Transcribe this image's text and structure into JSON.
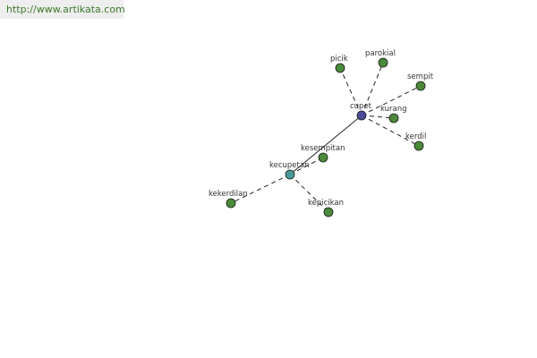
{
  "source": {
    "url": "http://www.artikata.com"
  },
  "colors": {
    "main_node": "#4a4a9a",
    "hub_node": "#4a9a9a",
    "leaf_node": "#4a8a3a",
    "edge": "#222222",
    "link": "#3a7a2a"
  },
  "graph": {
    "nodes": [
      {
        "id": "cupet",
        "label": "cupet",
        "kind": "main"
      },
      {
        "id": "kecupetan",
        "label": "kecupetan",
        "kind": "hub"
      },
      {
        "id": "picik",
        "label": "picik",
        "kind": "leaf"
      },
      {
        "id": "parokial",
        "label": "parokial",
        "kind": "leaf"
      },
      {
        "id": "sempit",
        "label": "sempit",
        "kind": "leaf"
      },
      {
        "id": "kurang",
        "label": "kurang",
        "kind": "leaf"
      },
      {
        "id": "kerdil",
        "label": "kerdil",
        "kind": "leaf"
      },
      {
        "id": "kesempitan",
        "label": "kesempitan",
        "kind": "leaf"
      },
      {
        "id": "kekerdilan",
        "label": "kekerdilan",
        "kind": "leaf"
      },
      {
        "id": "kepicikan",
        "label": "kepicikan",
        "kind": "leaf"
      }
    ],
    "edges": [
      {
        "from": "cupet",
        "to": "kecupetan",
        "style": "solid"
      },
      {
        "from": "cupet",
        "to": "picik",
        "style": "dashed"
      },
      {
        "from": "cupet",
        "to": "parokial",
        "style": "dashed"
      },
      {
        "from": "cupet",
        "to": "sempit",
        "style": "dashed"
      },
      {
        "from": "cupet",
        "to": "kurang",
        "style": "dashed"
      },
      {
        "from": "cupet",
        "to": "kerdil",
        "style": "dashed"
      },
      {
        "from": "kecupetan",
        "to": "kesempitan",
        "style": "dashed"
      },
      {
        "from": "kecupetan",
        "to": "kekerdilan",
        "style": "dashed"
      },
      {
        "from": "kecupetan",
        "to": "kepicikan",
        "style": "dashed"
      }
    ]
  }
}
